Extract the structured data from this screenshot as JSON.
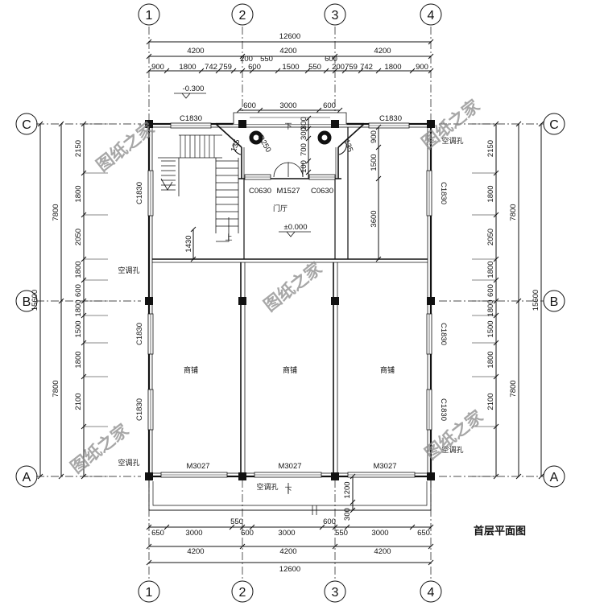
{
  "title": "首层平面图",
  "grid": {
    "columns": [
      "1",
      "2",
      "3",
      "4"
    ],
    "rows": [
      "C",
      "B",
      "A"
    ]
  },
  "dims": {
    "top_total": "12600",
    "top_bays": [
      "4200",
      "4200",
      "4200"
    ],
    "top_detail": [
      "900",
      "1800",
      "742",
      "759",
      "200",
      "600",
      "550",
      "1500",
      "550",
      "600",
      "200",
      "759",
      "742",
      "1800",
      "900"
    ],
    "porch": [
      "600",
      "3000",
      "600"
    ],
    "bottom_detail": [
      "650",
      "3000",
      "550",
      "600",
      "3000",
      "600",
      "550",
      "3000",
      "650"
    ],
    "bottom_bays": [
      "4200",
      "4200",
      "4200"
    ],
    "bottom_total": "12600",
    "left_total": "15600",
    "left_halves": [
      "7800",
      "7800"
    ],
    "left_detail": [
      "2150",
      "1800",
      "2050",
      "1800",
      "600",
      "1800",
      "1500",
      "1800",
      "2100"
    ],
    "right_total": "15600",
    "right_halves": [
      "7800",
      "7800"
    ],
    "right_detail": [
      "2150",
      "1800",
      "2050",
      "1800",
      "600",
      "1800",
      "1500",
      "1800",
      "2100"
    ],
    "front_depth": [
      "1200",
      "300"
    ],
    "porch_vertical": [
      "300",
      "300",
      "700",
      "100"
    ],
    "hall_depth": [
      "900",
      "1500",
      "3600"
    ],
    "stair_dim": "1430",
    "level_outside": "-0.300",
    "level_hall": "±0.000"
  },
  "labels": {
    "hall": "门厅",
    "shop": "商铺",
    "ac_hole": "空调孔",
    "up": "上",
    "down": "下",
    "radius": "R250",
    "col_radius": "135",
    "door_main": "M1527",
    "door_shop": "M3027",
    "window_small": "C0630",
    "window_large": "C1830"
  },
  "watermark": "图纸之家"
}
